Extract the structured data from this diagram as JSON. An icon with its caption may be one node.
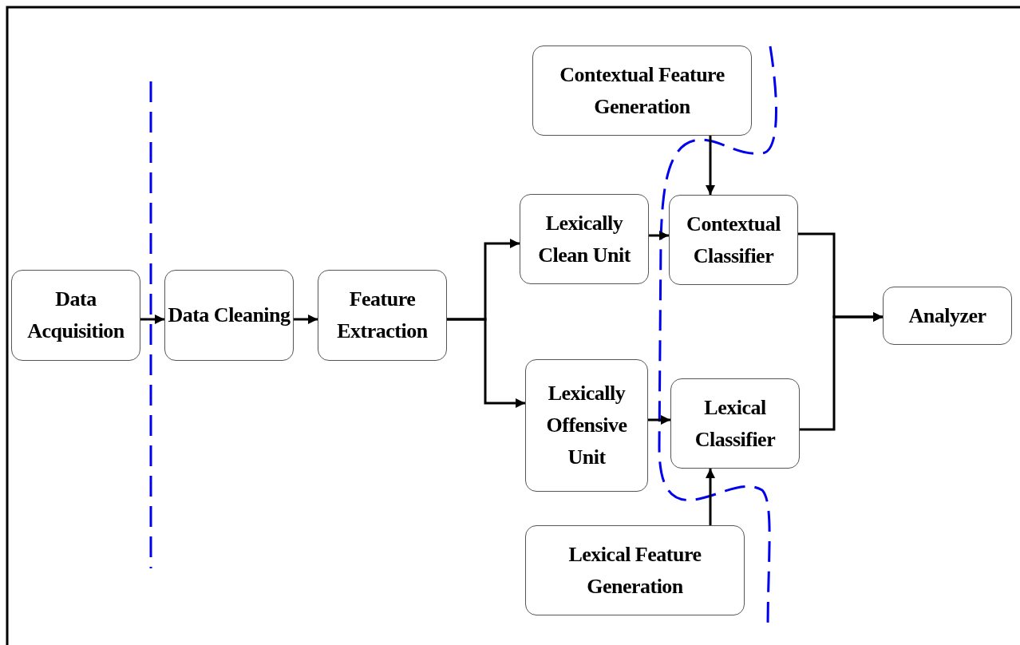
{
  "diagram": {
    "nodes": [
      {
        "text": [
          "Data Acquisition"
        ]
      },
      {
        "text": [
          "Data Cleaning"
        ]
      },
      {
        "text": [
          "Feature Extraction"
        ]
      },
      {
        "text": [
          "Contextual Feature Generation"
        ]
      },
      {
        "text": [
          "Lexically Clean Unit"
        ]
      },
      {
        "text": [
          "Contextual Classifier"
        ]
      },
      {
        "text": [
          "Lexically Offensive Unit"
        ]
      },
      {
        "text": [
          "Lexical Classifier"
        ]
      },
      {
        "text": [
          "Analyzer"
        ]
      },
      {
        "text": [
          "Lexical Feature Generation"
        ]
      }
    ],
    "edges": [
      {
        "from": 0,
        "to": 1,
        "arrow": "to"
      },
      {
        "from": 1,
        "to": 2,
        "arrow": "to"
      },
      {
        "from": 2,
        "to": 4,
        "arrow": "to"
      },
      {
        "from": 2,
        "to": 6,
        "arrow": "to"
      },
      {
        "from": 3,
        "to": 5,
        "arrow": "to"
      },
      {
        "from": 4,
        "to": 5,
        "arrow": "to"
      },
      {
        "from": 6,
        "to": 7,
        "arrow": "to"
      },
      {
        "from": 9,
        "to": 7,
        "arrow": "to"
      },
      {
        "from": 5,
        "to": 8,
        "arrow": "to"
      },
      {
        "from": 7,
        "to": 8,
        "arrow": "to"
      }
    ]
  }
}
